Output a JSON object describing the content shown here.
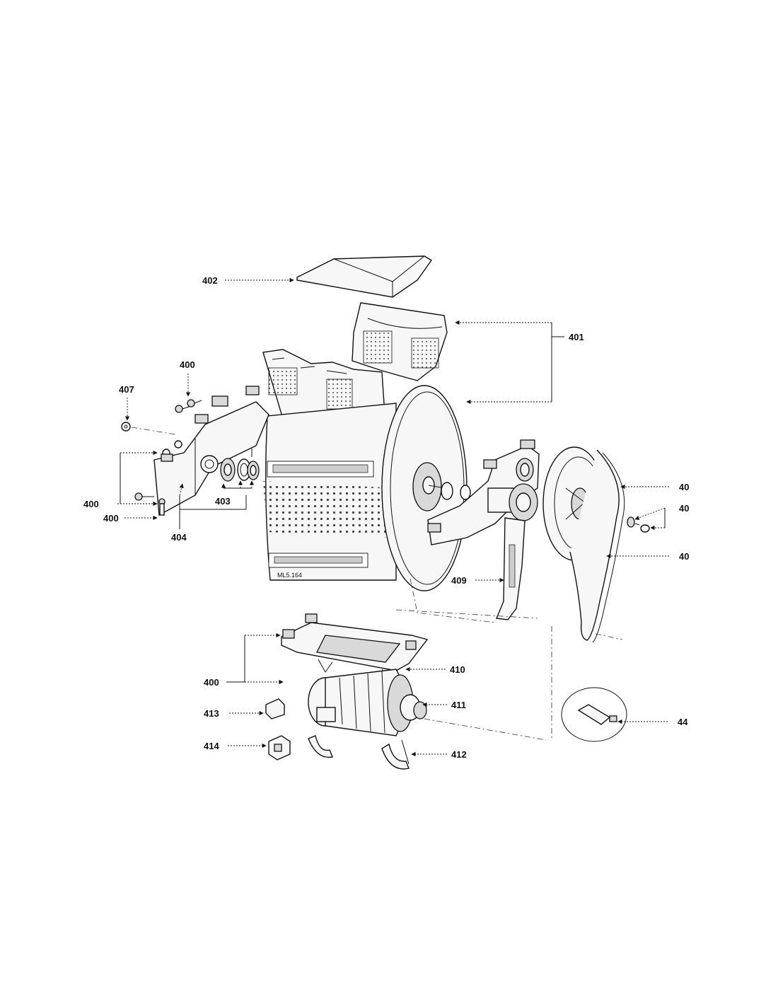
{
  "labels": {
    "l402": "402",
    "l401": "401",
    "l400_top": "400",
    "l407": "407",
    "l400_left1": "400",
    "l400_left2": "400",
    "l403": "403",
    "l404": "404",
    "l40_a": "40",
    "l40_b": "40",
    "l40_c": "40",
    "l409": "409",
    "l400_bottom": "400",
    "l410": "410",
    "l411": "411",
    "l413": "413",
    "l414": "414",
    "l412": "412",
    "l44": "44",
    "drum_mark": "ML5.164"
  },
  "colors": {
    "line": "#111111",
    "paper": "#ffffff",
    "fill_light": "#f7f7f7",
    "fill_mid": "#d9d9d9"
  }
}
